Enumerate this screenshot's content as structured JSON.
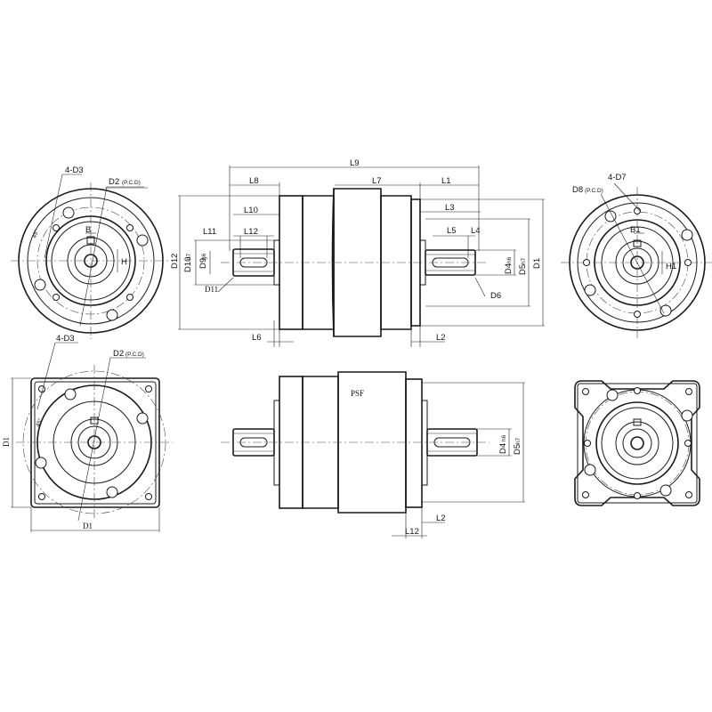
{
  "labels": {
    "l9": "L9",
    "l8": "L8",
    "l7": "L7",
    "l1": "L1",
    "l10": "L10",
    "l3": "L3",
    "l11": "L11",
    "l12": "L12",
    "l5": "L5",
    "l4": "L4",
    "l6": "L6",
    "l2": "L2",
    "d12": "D12",
    "d10": "D10",
    "d9": "D9",
    "d11": "D11",
    "d4": "D4",
    "d5": "D5",
    "d1": "D1",
    "d6": "D6",
    "h7": "h7",
    "h6": "h6",
    "g6": "g6",
    "four_d3": "4-D3",
    "four_d7": "4-D7",
    "d2": "D2",
    "d8": "D8",
    "pcd": "(P.C.D)",
    "b": "B",
    "b1": "B1",
    "h": "H",
    "h1": "H1",
    "angle45": "45°",
    "l12_bottom": "L12",
    "l2_bottom": "L2",
    "d4_bottom": "D4",
    "d5_bottom": "D5",
    "d1_side": "D1",
    "d1_bottom": "D1",
    "brand": "PSF"
  },
  "colors": {
    "line": "#1a1a1a",
    "background": "#ffffff"
  }
}
